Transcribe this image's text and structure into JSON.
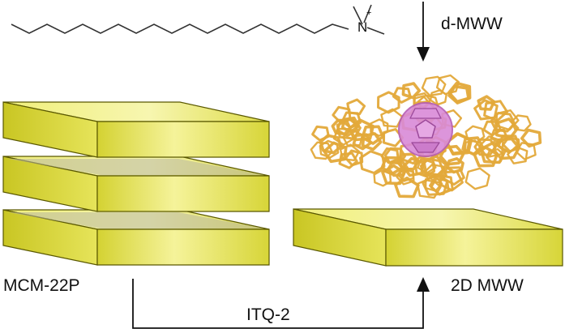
{
  "labels": {
    "top_right": "d-MWW",
    "left_bottom": "MCM-22P",
    "right_bottom": "2D MWW",
    "bottom_arrow": "ITQ-2"
  },
  "surfactant": {
    "charge": "+",
    "atom": "N"
  },
  "colors": {
    "slab_light": "#f7f6a6",
    "slab_mid": "#d8d63a",
    "slab_dark": "#a7a214",
    "outline": "#5a5800",
    "framework": "#e3a93a",
    "cage": "#d98ad8"
  }
}
